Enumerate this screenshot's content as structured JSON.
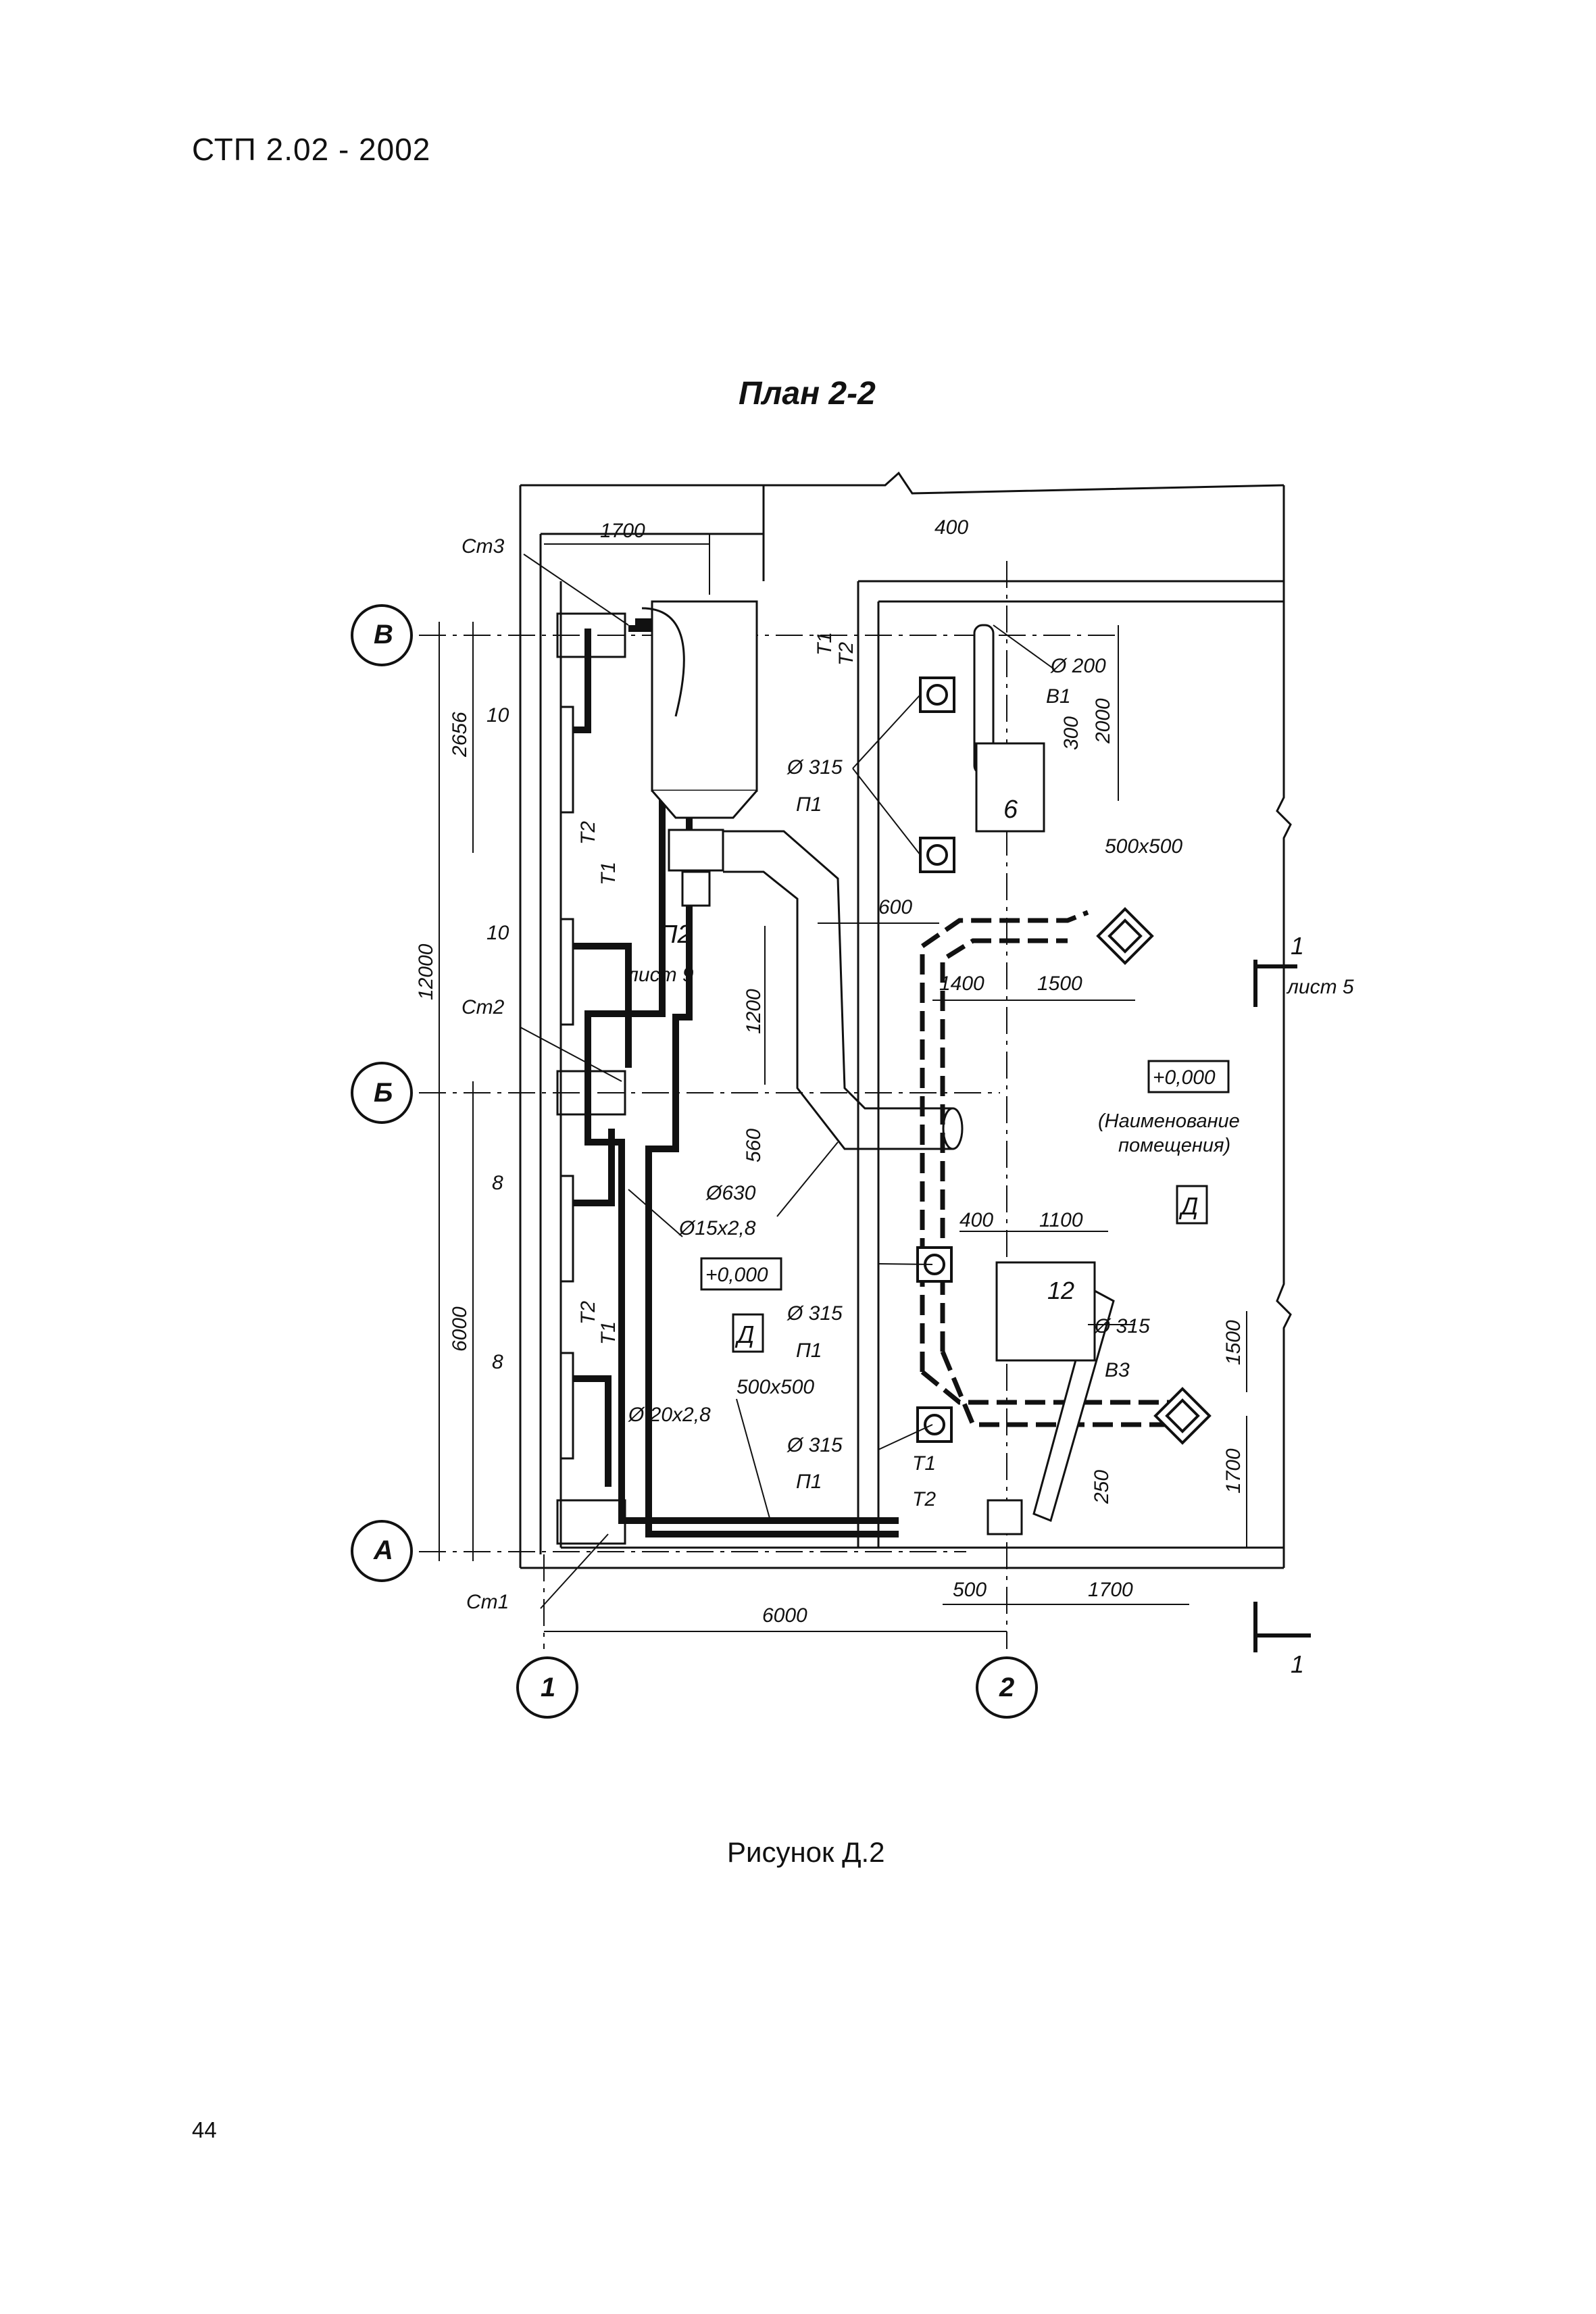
{
  "header": {
    "doc_code": "СТП  2.02 - 2002"
  },
  "plan": {
    "title": "План 2-2",
    "grid_axes": {
      "rows": [
        "В",
        "Б",
        "А"
      ],
      "columns": [
        "1",
        "2"
      ]
    },
    "dimensions": {
      "d1700_top": "1700",
      "d400_top": "400",
      "d2656": "2656",
      "d12000": "12000",
      "d6000_left": "6000",
      "d1200": "1200",
      "d560": "560",
      "d600": "600",
      "d1400": "1400",
      "d1500_mid": "1500",
      "d300": "300",
      "d2000": "2000",
      "d400_mid": "400",
      "d1100": "1100",
      "d1500_right": "1500",
      "d1700_right": "1700",
      "d250": "250",
      "d500_bottom": "500",
      "d1700_bottom": "1700",
      "d6000_bottom": "6000"
    },
    "labels": {
      "st3": "Ст3",
      "st2": "Ст2",
      "st1": "Ст1",
      "rad10_a": "10",
      "rad10_b": "10",
      "rad8_a": "8",
      "rad8_b": "8",
      "t1": "Т1",
      "t2": "Т2",
      "p2": "П2",
      "list9": "лист 9",
      "d315_p1_a": "Ø 315",
      "p1_a": "П1",
      "d315_p1_b": "Ø 315",
      "p1_b": "П1",
      "d315_p1_c": "Ø 315",
      "p1_c": "П1",
      "d200": "Ø 200",
      "v1": "В1",
      "box6": "6",
      "duct_500x500_a": "500x500",
      "duct_500x500_b": "500x500",
      "d630": "Ø630",
      "pipe_15": "Ø15x2,8",
      "pipe_20": "Ø 20x2,8",
      "level_1": "+0,000",
      "level_2": "+0,000",
      "room_name": "(Наименование\nпомещения)",
      "room_d_1": "Д",
      "room_d_2": "Д",
      "box12": "12",
      "d315_v3": "Ø 315",
      "v3": "В3",
      "section_1": "1",
      "section_list5": "лист 5",
      "section_1_bottom": "1",
      "t1_bottom": "Т1",
      "t2_bottom": "Т2"
    }
  },
  "caption": "Рисунок Д.2",
  "page_number": "44"
}
